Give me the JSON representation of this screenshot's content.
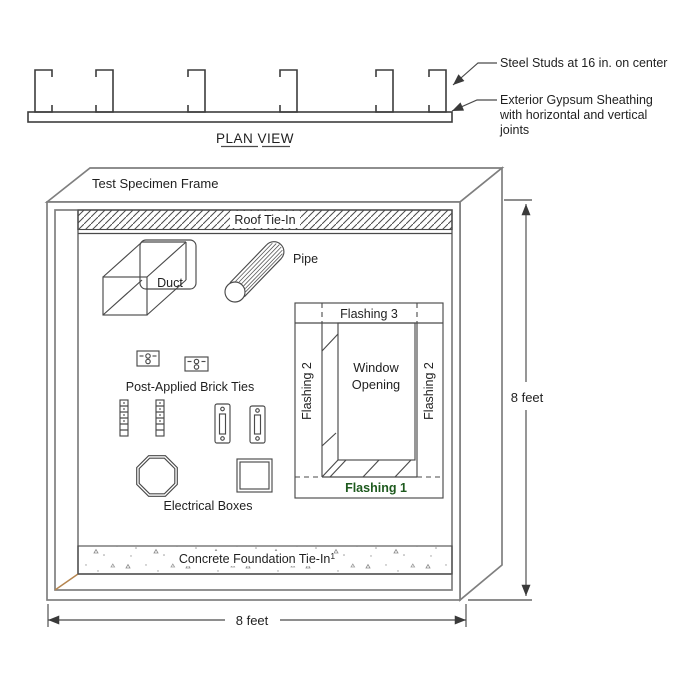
{
  "plan_view": {
    "title": "PLAN VIEW",
    "callouts": {
      "studs": "Steel Studs at 16 in. on center",
      "sheathing": [
        "Exterior Gypsum Sheathing",
        "with horizontal and vertical",
        "joints"
      ]
    }
  },
  "elevation": {
    "frame_label": "Test Specimen Frame",
    "roof_tie_in": "Roof Tie-In",
    "duct": "Duct",
    "pipe": "Pipe",
    "brick_ties": "Post-Applied Brick Ties",
    "electrical_boxes": "Electrical Boxes",
    "window": {
      "flashing_top": "Flashing 3",
      "flashing_left": "Flashing 2",
      "flashing_right": "Flashing 2",
      "flashing_bottom": "Flashing 1",
      "opening": [
        "Window",
        "Opening"
      ]
    },
    "foundation": {
      "label": "Concrete Foundation Tie-In",
      "footnote": "1"
    },
    "dimensions": {
      "width": "8 feet",
      "height": "8 feet"
    }
  },
  "colors": {
    "line": "#4a4a4a",
    "frame_line": "#7f7f7f",
    "text": "#1f1f1f",
    "flashing1_text": "#1e5a1e",
    "floor_diagonal": "#b5854f",
    "background": "#ffffff"
  }
}
